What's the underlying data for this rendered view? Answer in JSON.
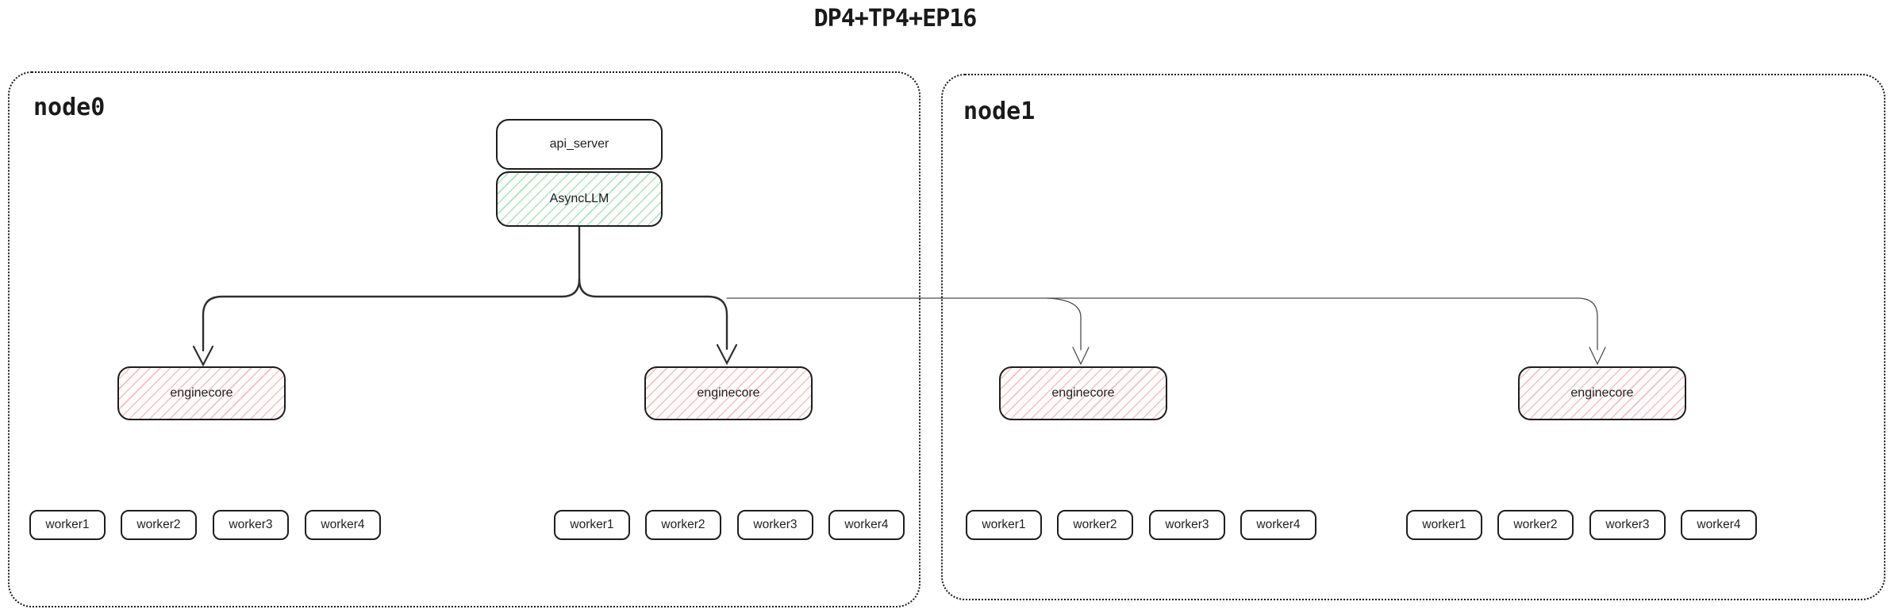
{
  "title": "DP4+TP4+EP16",
  "colors": {
    "background": "#ffffff",
    "box_border": "#1e1e1e",
    "node_border": "#161616",
    "green_hatch": "#57c878",
    "red_hatch": "#e06666",
    "connector_thick": "#2f2f2f",
    "connector_thin": "#4d4d4d"
  },
  "node0": {
    "label": "node0",
    "api_server": {
      "label": "api_server"
    },
    "async_llm": {
      "label": "AsyncLLM"
    },
    "enginecores": [
      {
        "label": "enginecore",
        "workers": [
          "worker1",
          "worker2",
          "worker3",
          "worker4"
        ]
      },
      {
        "label": "enginecore",
        "workers": [
          "worker1",
          "worker2",
          "worker3",
          "worker4"
        ]
      }
    ]
  },
  "node1": {
    "label": "node1",
    "enginecores": [
      {
        "label": "enginecore",
        "workers": [
          "worker1",
          "worker2",
          "worker3",
          "worker4"
        ]
      },
      {
        "label": "enginecore",
        "workers": [
          "worker1",
          "worker2",
          "worker3",
          "worker4"
        ]
      }
    ]
  }
}
